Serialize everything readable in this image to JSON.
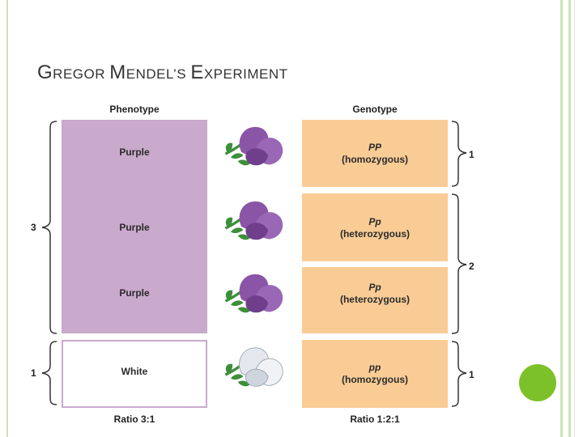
{
  "slide": {
    "title_parts": [
      "G",
      "REGOR ",
      "M",
      "ENDEL",
      "’S ",
      "E",
      "XPERIMENT"
    ]
  },
  "diagram": {
    "phenotype_header": "Phenotype",
    "genotype_header": "Genotype",
    "phenotypes": [
      "Purple",
      "Purple",
      "Purple",
      "White"
    ],
    "genotypes": [
      {
        "code": "PP",
        "desc": "(homozygous)"
      },
      {
        "code": "Pp",
        "desc": "(heterozygous)"
      },
      {
        "code": "Pp",
        "desc": "(heterozygous)"
      },
      {
        "code": "pp",
        "desc": "(homozygous)"
      }
    ],
    "left_counts": [
      "3",
      "1"
    ],
    "right_counts": [
      "1",
      "2",
      "1"
    ],
    "ratio_left": "Ratio 3:1",
    "ratio_right": "Ratio 1:2:1"
  },
  "colors": {
    "phenotype_purple": "#c9a9cc",
    "genotype_orange": "#f9cc96",
    "flower_purple": "#8a55a6",
    "flower_white": "#e4e8ee",
    "stem_green": "#3d8f3a",
    "accent_green": "#7dc12a"
  }
}
